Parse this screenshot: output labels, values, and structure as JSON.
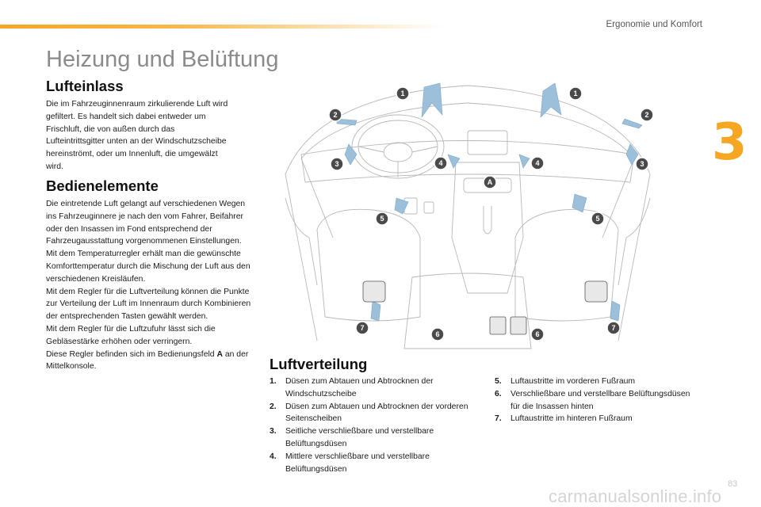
{
  "header": {
    "section": "Ergonomie und Komfort",
    "chapter": "3"
  },
  "title": "Heizung und Belüftung",
  "lufteinlass": {
    "heading": "Lufteinlass",
    "text": "Die im Fahrzeuginnenraum zirkulierende Luft wird gefiltert. Es handelt sich dabei entweder um Frischluft, die von außen durch das Lufteintrittsgitter unten an der Windschutzscheibe hereinströmt, oder um Innenluft, die umgewälzt wird."
  },
  "bedienelemente": {
    "heading": "Bedienelemente",
    "p1": "Die eintretende Luft gelangt auf verschiedenen Wegen ins Fahrzeuginnere je nach den vom Fahrer, Beifahrer oder den Insassen im Fond entsprechend der Fahrzeugausstattung vorgenommenen Einstellungen.",
    "p2": "Mit dem Temperaturregler erhält man die gewünschte Komforttemperatur durch die Mischung der Luft aus den verschiedenen Kreisläufen.",
    "p3": "Mit dem Regler für die Luftverteilung können die Punkte zur Verteilung der Luft im Innenraum durch Kombinieren der entsprechenden Tasten gewählt werden.",
    "p4": "Mit dem Regler für die Luftzufuhr lässt sich die Gebläsestärke erhöhen oder verringern.",
    "p5a": "Diese Regler befinden sich im Bedienungsfeld ",
    "p5b": "A",
    "p5c": " an der Mittelkonsole."
  },
  "diagram": {
    "callouts": [
      "1",
      "1",
      "2",
      "2",
      "3",
      "3",
      "4",
      "4",
      "5",
      "5",
      "6",
      "6",
      "7",
      "7",
      "A"
    ],
    "colors": {
      "badge": "#4a4a4a",
      "arrow": "#8fb3cf",
      "line": "#b5b5b5"
    }
  },
  "luftverteilung": {
    "heading": "Luftverteilung",
    "items": [
      {
        "num": "1.",
        "text": "Düsen zum Abtauen und Abtrocknen der Windschutzscheibe"
      },
      {
        "num": "2.",
        "text": "Düsen zum Abtauen und Abtrocknen der vorderen Seitenscheiben"
      },
      {
        "num": "3.",
        "text": "Seitliche verschließbare und verstellbare Belüftungsdüsen"
      },
      {
        "num": "4.",
        "text": "Mittlere verschließbare und verstellbare Belüftungsdüsen"
      },
      {
        "num": "5.",
        "text": "Luftaustritte im vorderen Fußraum"
      },
      {
        "num": "6.",
        "text": "Verschließbare und verstellbare Belüftungsdüsen für die Insassen hinten"
      },
      {
        "num": "7.",
        "text": "Luftaustritte im hinteren Fußraum"
      }
    ]
  },
  "footer": {
    "watermark": "carmanualsonline.info",
    "page": "83"
  }
}
